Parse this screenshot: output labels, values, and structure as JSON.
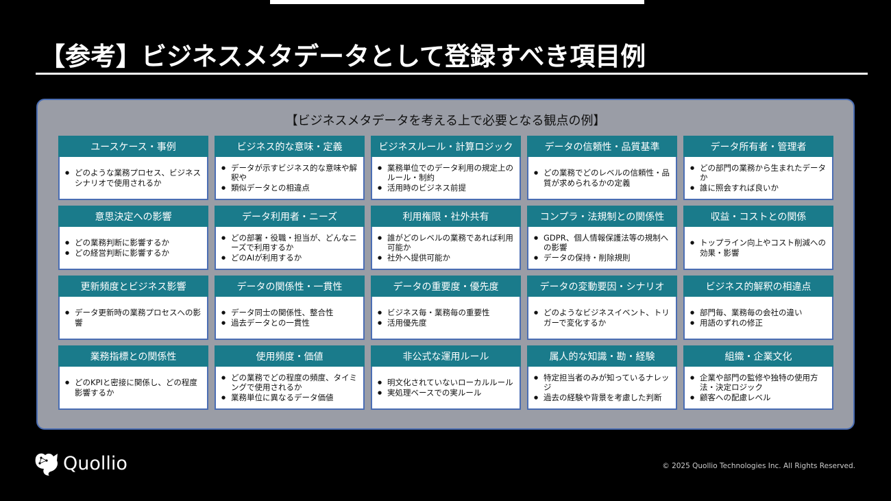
{
  "title": "【参考】ビジネスメタデータとして登録すべき項目例",
  "panel": {
    "subtitle": "【ビジネスメタデータを考える上で必要となる観点の例】",
    "cards": [
      {
        "title": "ユースケース・事例",
        "items": [
          "どのような業務プロセス、ビジネスシナリオで使用されるか"
        ]
      },
      {
        "title": "ビジネス的な意味・定義",
        "items": [
          "データが示すビジネス的な意味や解釈や",
          "類似データとの相違点"
        ]
      },
      {
        "title": "ビジネスルール・計算ロジック",
        "items": [
          "業務単位でのデータ利用の規定上のルール・制約",
          "活用時のビジネス前提"
        ]
      },
      {
        "title": "データの信頼性・品質基準",
        "items": [
          "どの業務でどのレベルの信頼性・品質が求められるかの定義"
        ]
      },
      {
        "title": "データ所有者・管理者",
        "items": [
          "どの部門の業務から生まれたデータか",
          "誰に照会すれば良いか"
        ]
      },
      {
        "title": "意思決定への影響",
        "items": [
          "どの業務判断に影響するか",
          "どの経営判断に影響するか"
        ]
      },
      {
        "title": "データ利用者・ニーズ",
        "items": [
          "どの部署・役職・担当が、どんなニーズで利用するか",
          "どのAIが利用するか"
        ]
      },
      {
        "title": "利用権限・社外共有",
        "items": [
          "誰がどのレベルの業務であれば利用可能か",
          "社外へ提供可能か"
        ]
      },
      {
        "title": "コンプラ・法規制との関係性",
        "items": [
          "GDPR、個人情報保護法等の規制への影響",
          "データの保持・削除規則"
        ]
      },
      {
        "title": "収益・コストとの関係",
        "items": [
          "トップライン向上やコスト削減への効果・影響"
        ]
      },
      {
        "title": "更新頻度とビジネス影響",
        "items": [
          "データ更新時の業務プロセスへの影響"
        ]
      },
      {
        "title": "データの関係性・一貫性",
        "items": [
          "データ同士の関係性、整合性",
          "過去データとの一貫性"
        ]
      },
      {
        "title": "データの重要度・優先度",
        "items": [
          "ビジネス毎・業務毎の重要性",
          "活用優先度"
        ]
      },
      {
        "title": "データの変動要因・シナリオ",
        "items": [
          "どのようなビジネスイベント、トリガーで変化するか"
        ]
      },
      {
        "title": "ビジネス的解釈の相違点",
        "items": [
          "部門毎、業務毎の会社の違い",
          "用語のずれの修正"
        ]
      },
      {
        "title": "業務指標との関係性",
        "items": [
          "どのKPIと密接に関係し、どの程度影響するか"
        ]
      },
      {
        "title": "使用頻度・価値",
        "items": [
          "どの業務でどの程度の頻度、タイミングで使用されるか",
          "業務単位に異なるデータ価値"
        ]
      },
      {
        "title": "非公式な運用ルール",
        "items": [
          "明文化されていないローカルルール",
          "実処理ベースでの実ルール"
        ]
      },
      {
        "title": "属人的な知識・勘・経験",
        "items": [
          "特定担当者のみが知っているナレッジ",
          "過去の経験や背景を考慮した判断"
        ]
      },
      {
        "title": "組織・企業文化",
        "items": [
          "企業や部門の監修や独特の使用方法・決定ロジック",
          "顧客への配慮レベル"
        ]
      }
    ]
  },
  "footer": {
    "logo": "Quollio",
    "copyright": "© 2025 Quollio Technologies Inc. All Rights Reserved."
  },
  "colors": {
    "header": "#1a7b8b",
    "border": "#4a6db3",
    "panel": "#9a9da6"
  }
}
